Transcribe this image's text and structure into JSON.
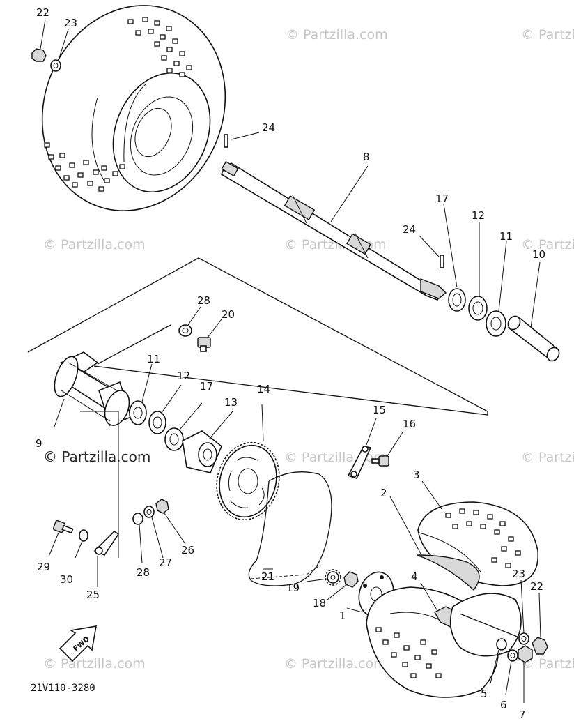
{
  "labels": {
    "p1": "1",
    "p2": "2",
    "p3": "3",
    "p4": "4",
    "p5": "5",
    "p6": "6",
    "p7": "7",
    "p8": "8",
    "p9": "9",
    "p10": "10",
    "p11a": "11",
    "p11b": "11",
    "p12a": "12",
    "p12b": "12",
    "p13": "13",
    "p14": "14",
    "p15": "15",
    "p16": "16",
    "p17a": "17",
    "p17b": "17",
    "p18": "18",
    "p19": "19",
    "p20": "20",
    "p21": "21",
    "p22a": "22",
    "p22b": "22",
    "p23a": "23",
    "p23b": "23",
    "p24a": "24",
    "p24b": "24",
    "p25": "25",
    "p26": "26",
    "p27": "27",
    "p28a": "28",
    "p28b": "28",
    "p29": "29",
    "p30": "30"
  },
  "diagram_code": "21V110-3280",
  "fwd_label": "FWD",
  "watermark": "© Partzilla.com"
}
